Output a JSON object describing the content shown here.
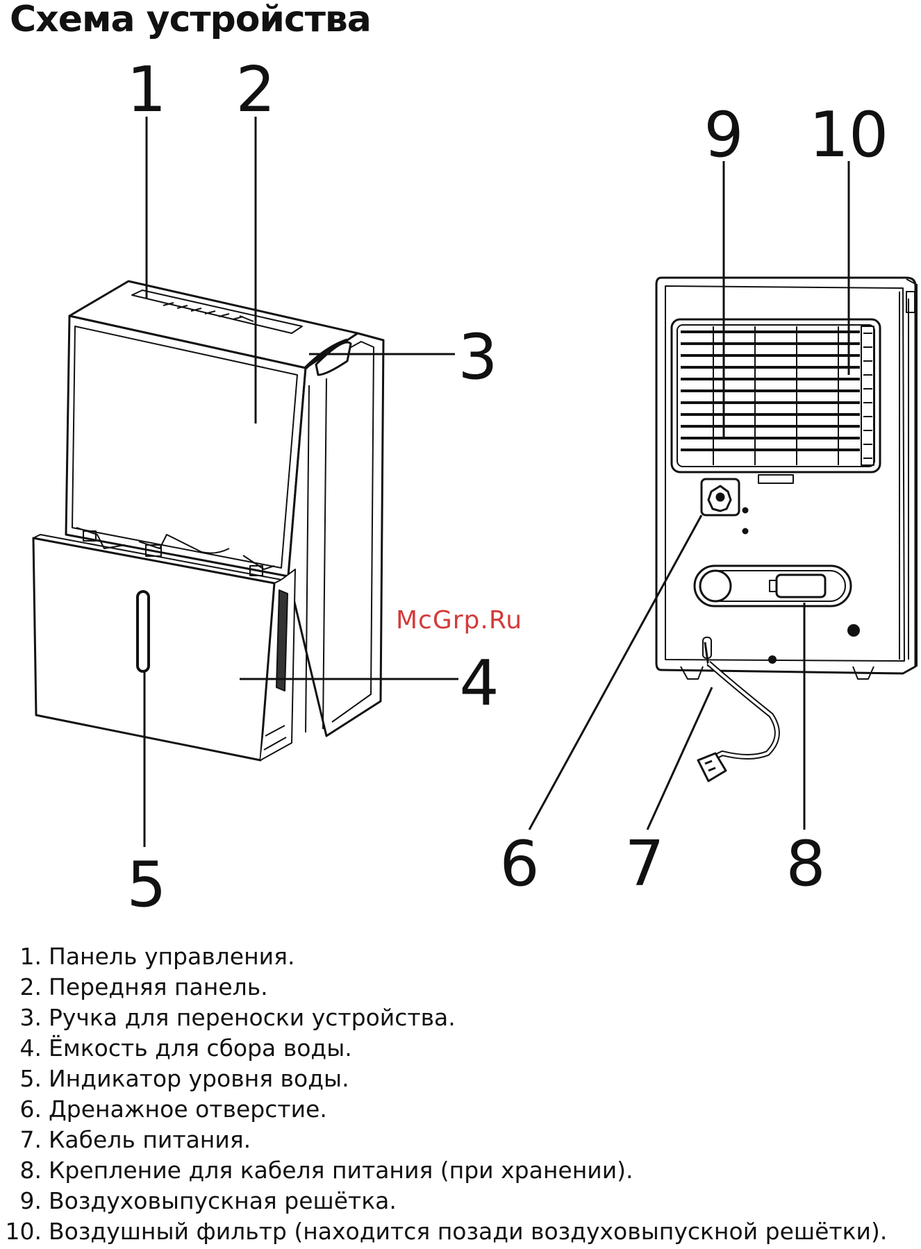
{
  "title": "Схема устройства",
  "watermark": "McGrp.Ru",
  "callouts": [
    "1",
    "2",
    "3",
    "4",
    "5",
    "6",
    "7",
    "8",
    "9",
    "10"
  ],
  "legend": [
    {
      "num": "1.",
      "text": "Панель управления."
    },
    {
      "num": "2.",
      "text": "Передняя панель."
    },
    {
      "num": "3.",
      "text": "Ручка для переноски устройства."
    },
    {
      "num": "4.",
      "text": "Ёмкость для сбора воды."
    },
    {
      "num": "5.",
      "text": "Индикатор уровня воды."
    },
    {
      "num": "6.",
      "text": "Дренажное отверстие."
    },
    {
      "num": "7.",
      "text": "Кабель питания."
    },
    {
      "num": "8.",
      "text": "Крепление для кабеля питания (при хранении)."
    },
    {
      "num": "9.",
      "text": "Воздуховыпускная решётка."
    },
    {
      "num": "10.",
      "text": "Воздушный фильтр (находится позади воздуховыпускной решётки)."
    }
  ]
}
